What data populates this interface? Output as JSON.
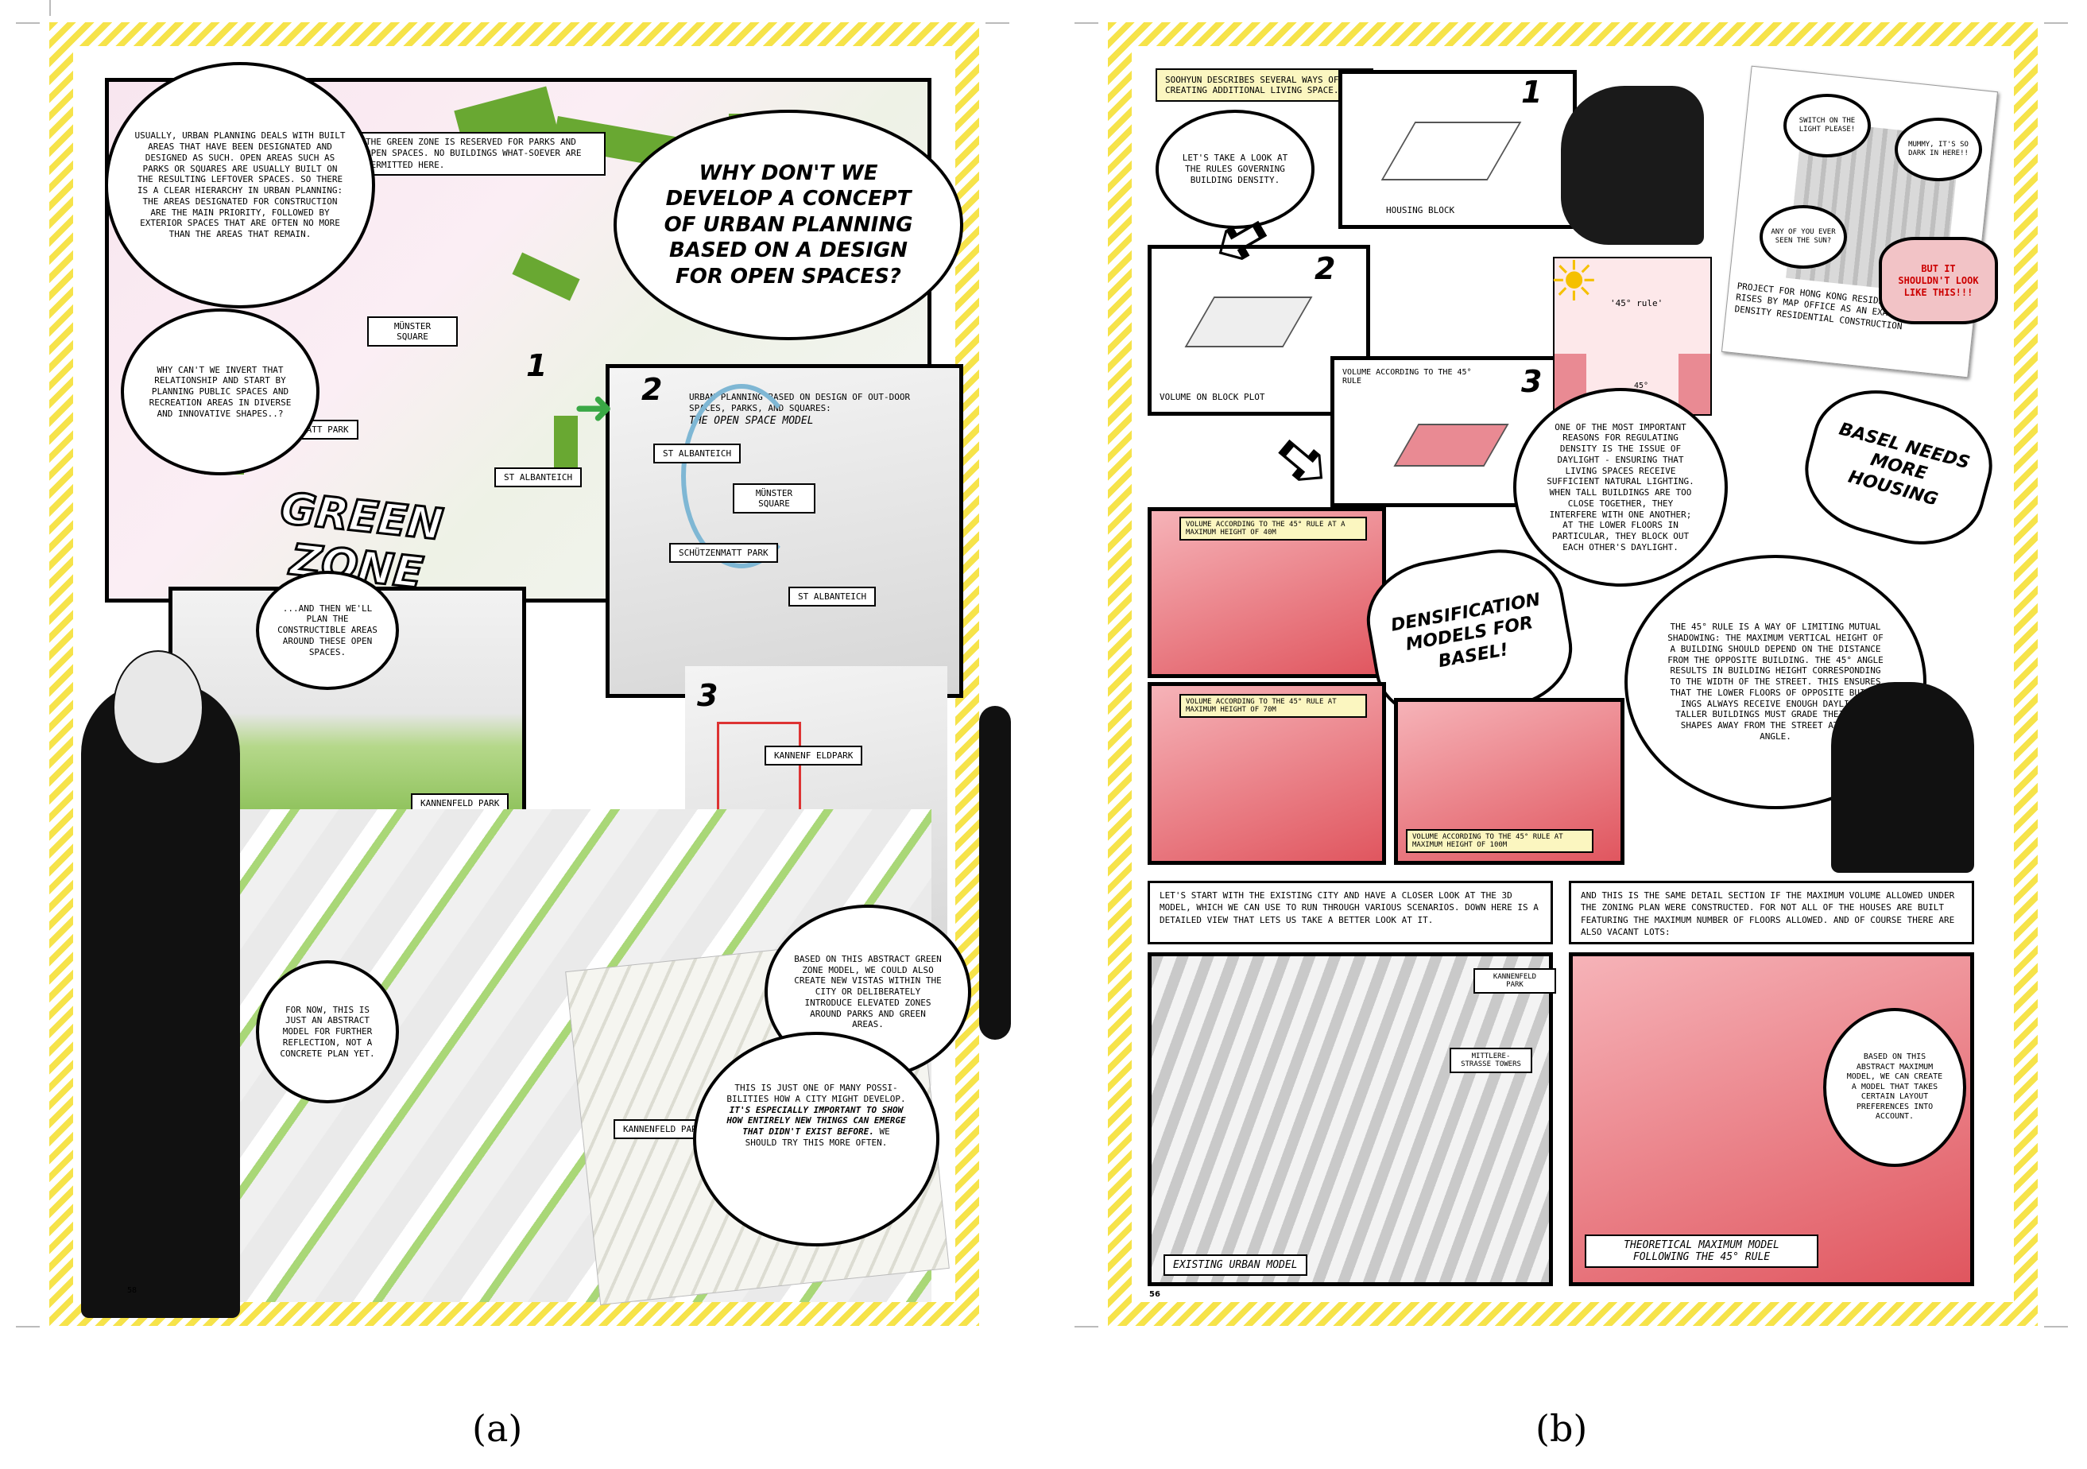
{
  "subfigures": {
    "a": "(a)",
    "b": "(b)"
  },
  "pageA": {
    "bubble_intro": "Usually, urban planning deals with built areas that have been designated and designed as such. Open areas such as parks or squares are usually built on the resulting leftover spaces. So there is a clear hierarchy in urban planning: the areas designated for construction are the main priority, followed by exterior spaces that are often no more than the areas that remain.",
    "green_zone_legend": "The green zone is reserved for parks and open spaces. No buildings what-soever are permitted here.",
    "bubble_question": "Why don't we develop a concept of urban planning based on a design for open spaces?",
    "bubble_invert": "Why can't we invert that relationship and start by planning public spaces and recreation areas in diverse and innovative shapes..?",
    "labels": {
      "kannenfeld_park": "Kannenfeld Park",
      "munster_square": "Münster Square",
      "schutzenmatt_park": "Schützenmatt Park",
      "st_albanteich": "St Albanteich",
      "kannenfeldpark_3": "Kannenf eldpark",
      "kannenfeld_parb": "Kannenfeld Par"
    },
    "green_zone_title": "Green Zone",
    "panel1_num": "1",
    "panel2_num": "2",
    "panel3_num": "3",
    "panel2_caption": "Urban planning based on design of out-door spaces, parks, and squares:",
    "panel2_caption_emph": "The open space model",
    "bubble_then": "...and then we'll plan the constructible areas around these open spaces.",
    "bubble_for_now": "For now, this is just an abstract model for further reflection, not a concrete plan yet.",
    "bubble_based": "Based on this abstract green zone model, we could also create new vistas within the city or deliberately introduce elevated zones around parks and green areas.",
    "bubble_just_one": "This is just one of many possi-bilities how a city might develop.",
    "bubble_just_one_emph": "It's especially important to show how entirely new things can emerge that didn't exist before.",
    "bubble_just_one_end": "We should try this more often.",
    "page_number": "58"
  },
  "pageB": {
    "caption_top": "Soohyun describes several ways of creating additional living space.",
    "bubble_rules": "Let's take a look at the rules governing building density.",
    "housing_block": "Housing block",
    "volume_block_plot": "Volume on block plot",
    "volume_45": "Volume according to the 45° rule",
    "rule_45": "'45° rule'",
    "angle_45": "45°",
    "panel1_num": "1",
    "panel2_num": "2",
    "panel3_num": "3",
    "hk_bubble1": "Switch on the light please!",
    "hk_bubble2": "Mummy, it's so dark in here!!",
    "hk_bubble3": "Any of you ever seen the sun?",
    "hk_burst": "But it shouldn't look like this!!!",
    "hk_caption": "Project for Hong Kong residential high-rises by Map Office as an example of high-density residential construction",
    "bubble_daylight": "One of the most important reasons for regulating density is the issue of daylight - ensuring that living spaces receive sufficient natural lighting. When tall buildings are too close together, they interfere with one another; at the lower floors in particular, they block out each other's daylight.",
    "basel_needs": "Basel needs more housing",
    "densification": "Densification models for Basel!",
    "vol_40": "Volume according to the 45° rule at a maximum height of 40m",
    "vol_70": "Volume according to the 45° rule at maximum height of 70m",
    "vol_100": "Volume according to the 45° rule at maximum height of 100m",
    "bubble_45_rule": "The 45° rule is a way of limiting mutual shadowing: the maximum vertical height of a building should depend on the distance from the opposite building. The 45° angle results in building height corresponding to the width of the street. This ensures that the lower floors of opposite build-ings always receive enough daylight. Taller buildings must grade their roof shapes away from the street at a 45° angle.",
    "text_existing": "Let's start with the existing city and have a closer look at the 3D model, which we can use to run through various scenarios. Down here is a detailed view that lets us take a better look at it.",
    "text_max": "And this is the same detail section if the maximum volume allowed under the zoning plan were constructed. For not all of the houses are built featuring the maximum number of floors allowed. And of course there are also vacant lots:",
    "label_kannenfeld": "Kannenfeld Park",
    "label_mittlere": "Mittlere-strasse towers",
    "caption_existing": "Existing urban model",
    "caption_theoretical": "Theoretical maximum model following the 45° rule",
    "bubble_based_max": "Based on this abstract maximum model, we can create a model that takes certain layout preferences into account.",
    "page_number": "56"
  }
}
